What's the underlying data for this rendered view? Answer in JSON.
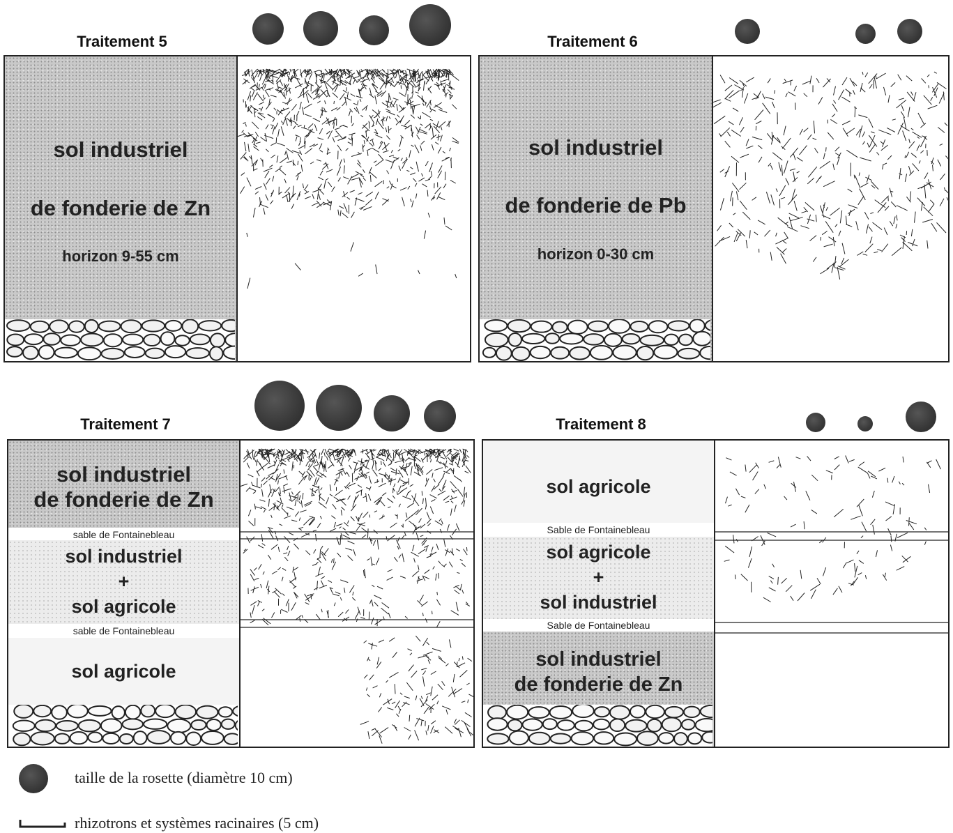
{
  "panels": {
    "t5": {
      "title": "Traitement 5",
      "line1": "sol industriel",
      "line2": "de fonderie de Zn",
      "line3": "horizon 9-55 cm"
    },
    "t6": {
      "title": "Traitement 6",
      "line1": "sol industriel",
      "line2": "de fonderie de Pb",
      "line3": "horizon 0-30 cm"
    },
    "t7": {
      "title": "Traitement 7",
      "top1": "sol industriel",
      "top2": "de fonderie de Zn",
      "sable1": "sable de Fontainebleau",
      "mid1": "sol industriel",
      "plus": "+",
      "mid2": "sol agricole",
      "sable2": "sable de Fontainebleau",
      "bottom": "sol agricole"
    },
    "t8": {
      "title": "Traitement 8",
      "top": "sol agricole",
      "sable1": "Sable de Fontainebleau",
      "mid1": "sol agricole",
      "plus": "+",
      "mid2": "sol industriel",
      "sable2": "Sable de Fontainebleau",
      "bot1": "sol industriel",
      "bot2": "de fonderie de Zn"
    }
  },
  "legend": {
    "rosette": "taille de la rosette (diamètre 10 cm)",
    "scale": "rhizotrons et systèmes racinaires (5 cm)"
  },
  "colors": {
    "rosette": "#333333",
    "outline": "#222222",
    "soil_dark": "#c9c9c9",
    "soil_light": "#ececec"
  }
}
